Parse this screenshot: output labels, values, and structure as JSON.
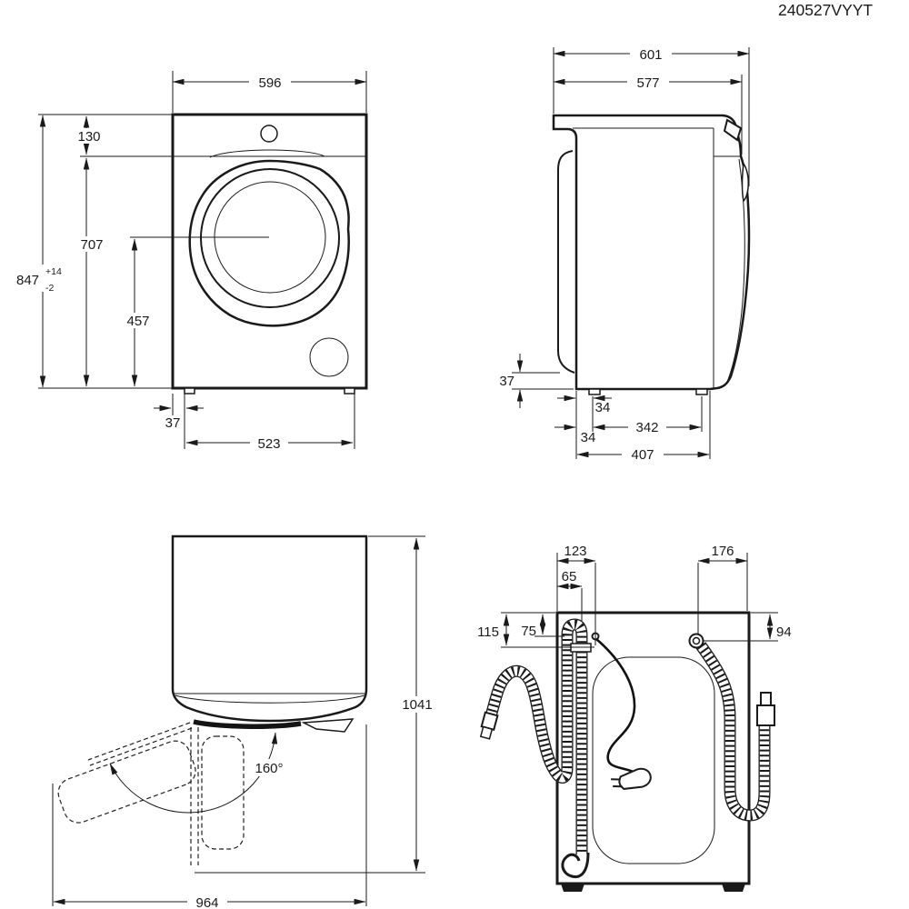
{
  "drawing_code": "240527VYYT",
  "front_view": {
    "width": "596",
    "top_to_control_panel": "130",
    "panel_to_bottom": "707",
    "total_height": "847",
    "height_tolerance_plus": "+14",
    "height_tolerance_minus": "-2",
    "door_center_to_bottom": "457",
    "foot_edge_inset": "37",
    "feet_spacing": "523"
  },
  "side_view": {
    "total_depth": "601",
    "cabinet_depth": "577",
    "rear_bottom_clearance": "37",
    "foot_offset_rear": "34",
    "feet_spacing": "342",
    "foot_offset_front": "34",
    "base_depth": "407"
  },
  "top_view": {
    "depth_door_open": "1041",
    "door_opening_angle": "160°",
    "width_door_open": "964"
  },
  "rear_view": {
    "drain_hose_from_left": "65",
    "power_cord_from_left": "123",
    "inlet_hose_from_right": "176",
    "power_cord_from_top": "115",
    "drain_hose_from_top": "75",
    "inlet_hose_from_top": "94"
  }
}
